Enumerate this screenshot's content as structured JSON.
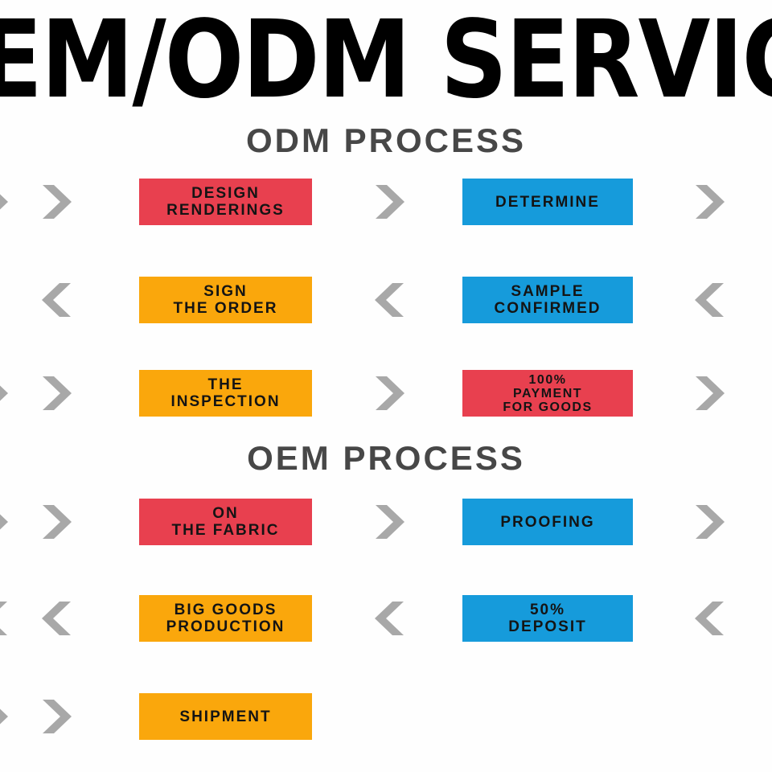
{
  "title": {
    "text": "OEM/ODM SERVICE"
  },
  "colors": {
    "red": "#e8404f",
    "blue": "#169bdb",
    "orange": "#faa70c",
    "arrow": "#a8a8a8",
    "heading": "#474747",
    "box_text": "#141414",
    "title_text": "#000000",
    "background": "#fefefe"
  },
  "sections": [
    {
      "heading": "ODM PROCESS",
      "rows": [
        {
          "direction": "right",
          "edge_fragment": true,
          "trailing_arrow": true,
          "boxes": [
            {
              "color": "red",
              "lines": [
                "DESIGN",
                "RENDERINGS"
              ]
            },
            {
              "color": "blue",
              "lines": [
                "DETERMINE"
              ]
            }
          ]
        },
        {
          "direction": "left",
          "edge_fragment": false,
          "trailing_arrow": true,
          "boxes": [
            {
              "color": "orange",
              "lines": [
                "SIGN",
                "THE ORDER"
              ]
            },
            {
              "color": "blue",
              "lines": [
                "SAMPLE",
                "CONFIRMED"
              ]
            }
          ]
        },
        {
          "direction": "right",
          "edge_fragment": true,
          "trailing_arrow": true,
          "boxes": [
            {
              "color": "orange",
              "lines": [
                "THE",
                "INSPECTION"
              ]
            },
            {
              "color": "red",
              "lines": [
                "100%",
                "PAYMENT",
                "FOR GOODS"
              ]
            }
          ]
        }
      ]
    },
    {
      "heading": "OEM PROCESS",
      "rows": [
        {
          "direction": "right",
          "edge_fragment": true,
          "trailing_arrow": true,
          "boxes": [
            {
              "color": "red",
              "lines": [
                "ON",
                "THE FABRIC"
              ]
            },
            {
              "color": "blue",
              "lines": [
                "PROOFING"
              ]
            }
          ]
        },
        {
          "direction": "left",
          "edge_fragment": true,
          "trailing_arrow": true,
          "boxes": [
            {
              "color": "orange",
              "lines": [
                "BIG GOODS",
                "PRODUCTION"
              ]
            },
            {
              "color": "blue",
              "lines": [
                "50%",
                "DEPOSIT"
              ]
            }
          ]
        },
        {
          "direction": "right",
          "edge_fragment": true,
          "trailing_arrow": false,
          "boxes": [
            {
              "color": "orange",
              "lines": [
                "SHIPMENT"
              ]
            }
          ]
        }
      ]
    }
  ]
}
